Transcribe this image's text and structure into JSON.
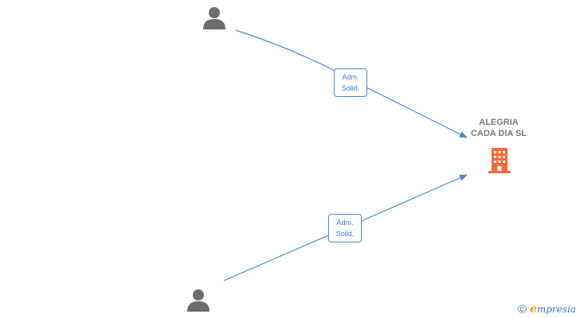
{
  "diagram": {
    "company": {
      "name_line1": "ALEGRIA",
      "name_line2": "CADA DIA  SL",
      "icon": "building-icon"
    },
    "persons": [
      {
        "icon": "person-icon"
      },
      {
        "icon": "person-icon"
      }
    ],
    "edges": [
      {
        "label_line1": "Adm.",
        "label_line2": "Solid."
      },
      {
        "label_line1": "Adm.",
        "label_line2": "Solid."
      }
    ],
    "colors": {
      "edge": "#4a86d4",
      "person": "#6d6d6d",
      "building": "#f26b3a"
    }
  },
  "branding": {
    "copyright_symbol": "©",
    "logo_first_letter": "e",
    "logo_rest": "mpresia"
  }
}
